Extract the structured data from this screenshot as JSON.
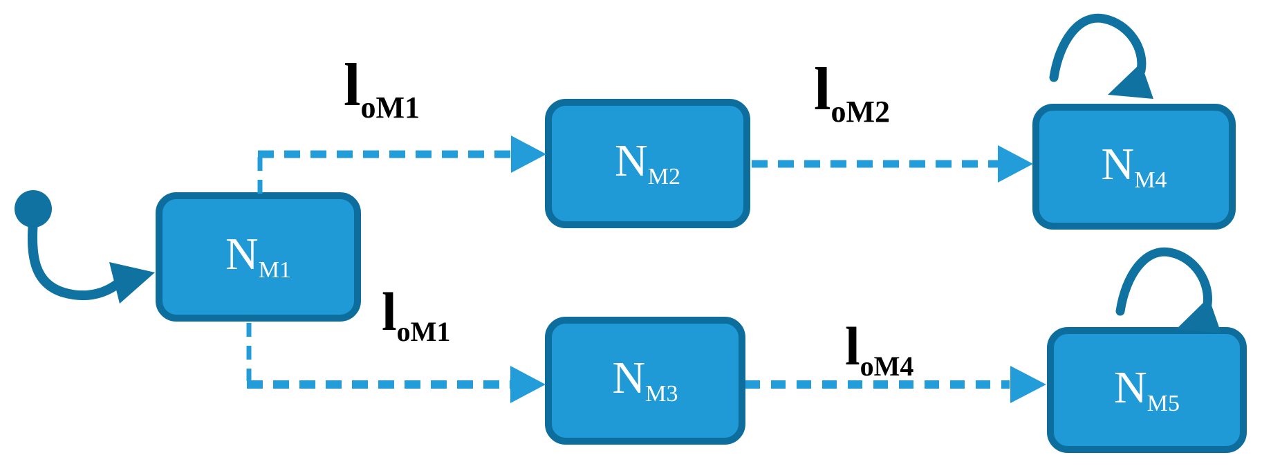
{
  "figure": {
    "type": "state-transition-diagram",
    "background": "#FFFFFF",
    "colors": {
      "node_fill": "#1F9AD6",
      "node_border": "#0D6E9E",
      "dashed_edge": "#239DDA",
      "solid_arrow": "#0F72A1",
      "edge_label_text": "#000000",
      "node_text": "#FFFFFF"
    },
    "nodes": [
      {
        "id": "nm1",
        "main": "N",
        "sub": "M1"
      },
      {
        "id": "nm2",
        "main": "N",
        "sub": "M2"
      },
      {
        "id": "nm3",
        "main": "N",
        "sub": "M3"
      },
      {
        "id": "nm4",
        "main": "N",
        "sub": "M4"
      },
      {
        "id": "nm5",
        "main": "N",
        "sub": "M5"
      }
    ],
    "edge_labels": [
      {
        "id": "l-om1-top",
        "main": "l",
        "sub": "oM1"
      },
      {
        "id": "l-om2",
        "main": "l",
        "sub": "oM2"
      },
      {
        "id": "l-om1-bottom",
        "main": "l",
        "sub": "oM1"
      },
      {
        "id": "l-om4",
        "main": "l",
        "sub": "oM4"
      }
    ],
    "edges": [
      {
        "from": "start",
        "to": "nm1",
        "style": "solid-curved",
        "label": ""
      },
      {
        "from": "nm1",
        "to": "nm2",
        "style": "dashed",
        "label": "l-om1-top"
      },
      {
        "from": "nm2",
        "to": "nm4",
        "style": "dashed",
        "label": "l-om2"
      },
      {
        "from": "nm1",
        "to": "nm3",
        "style": "dashed",
        "label": "l-om1-bottom"
      },
      {
        "from": "nm3",
        "to": "nm5",
        "style": "dashed",
        "label": "l-om4"
      },
      {
        "from": "nm4",
        "to": "nm4",
        "style": "self-loop",
        "label": ""
      },
      {
        "from": "nm5",
        "to": "nm5",
        "style": "self-loop",
        "label": ""
      }
    ]
  }
}
